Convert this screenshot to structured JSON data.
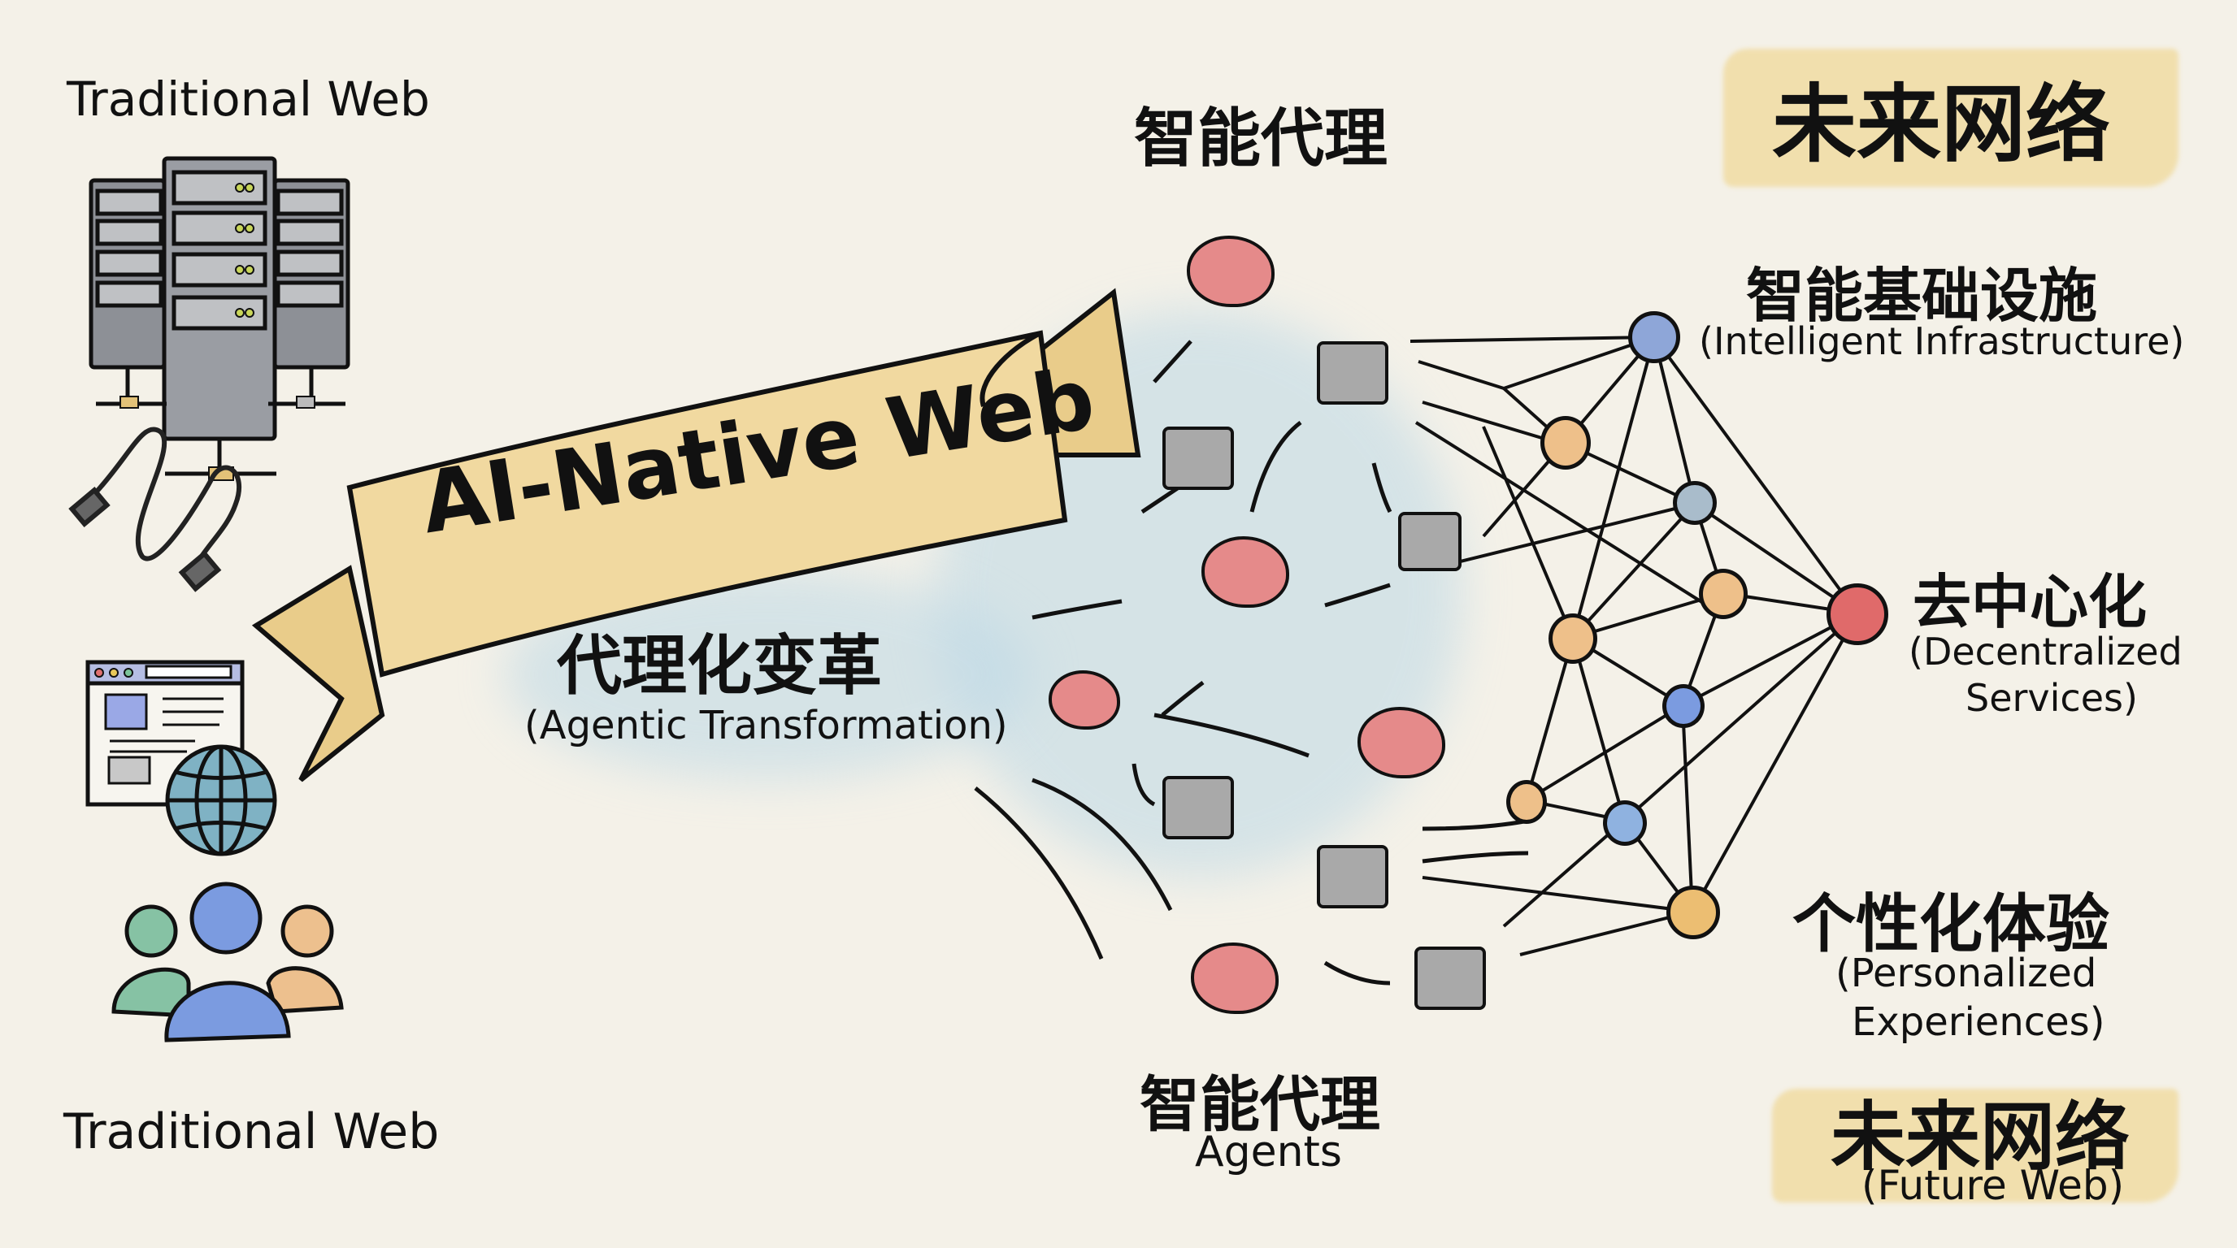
{
  "left_column": {
    "top_label": "Traditional Web",
    "bottom_label": "Traditional Web",
    "icons": [
      "server-rack-icon",
      "usb-cable-icon",
      "browser-window-icon",
      "globe-icon",
      "users-group-icon"
    ]
  },
  "banner": {
    "title": "AI-Native Web",
    "subtitle_cn": "代理化变革",
    "subtitle_en": "(Agentic Transformation)"
  },
  "agents": {
    "top_label_cn": "智能代理",
    "bottom_label_cn": "智能代理",
    "bottom_label_en": "Agents",
    "icons": [
      "winged-brain-icon",
      "robot-icon"
    ]
  },
  "future_web": {
    "title_cn": "未来网络",
    "infrastructure_cn": "智能基础设施",
    "infrastructure_en": "(Intelligent Infrastructure)",
    "decentralized_cn": "去中心化",
    "decentralized_en_1": "(Decentralized",
    "decentralized_en_2": "Services)",
    "personalized_cn": "个性化体验",
    "personalized_en_1": "(Personalized",
    "personalized_en_2": "Experiences)",
    "footer_cn": "未来网络",
    "footer_en": "(Future Web)"
  },
  "colors": {
    "background": "#f4f1e8",
    "banner": "#f1d9a0",
    "highlight": "#f0d99a",
    "wash_blue": "#bcd8e6",
    "brain": "#e58a8a",
    "node_blue": "#8ea6d8",
    "node_orange": "#eec08a",
    "node_gray": "#a9bccb",
    "node_red": "#e06a6a",
    "robot": "#a9a9a9"
  }
}
